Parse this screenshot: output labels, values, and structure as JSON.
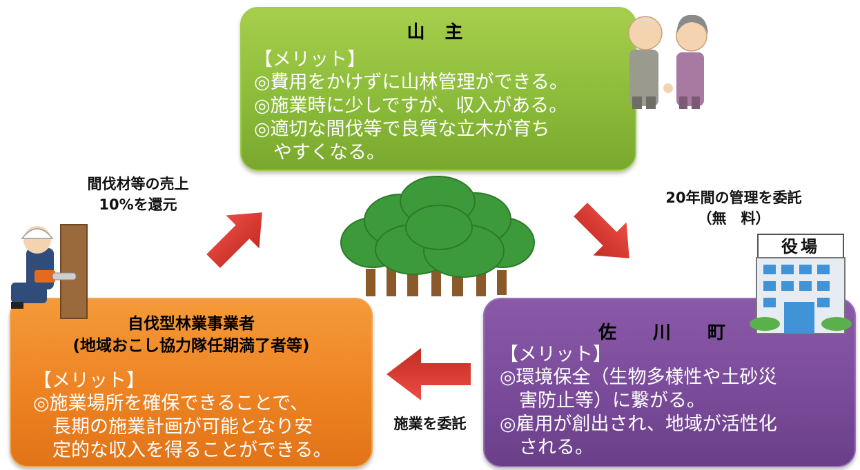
{
  "owner": {
    "title": "山 主",
    "merit_heading": "【メリット】",
    "items": [
      "◎費用をかけずに山林管理ができる。",
      "◎施業時に少しですが、収入がある。",
      "◎適切な間伐等で良質な立木が育ち",
      "やすくなる。"
    ]
  },
  "town": {
    "title": "佐 川 町",
    "merit_heading": "【メリット】",
    "items": [
      "◎環境保全（生物多様性や土砂災",
      "害防止等）に繋がる。",
      "◎雇用が創出され、地域が活性化",
      "される。"
    ]
  },
  "worker": {
    "title_line1": "自伐型林業事業者",
    "title_line2": "(地域おこし協力隊任期満了者等)",
    "merit_heading": "【メリット】",
    "items": [
      "◎施業場所を確保できることで、",
      "長期の施業計画が可能となり安",
      "定的な収入を得ることができる。"
    ]
  },
  "flows": {
    "return_line1": "間伐材等の売上",
    "return_line2": "10%を還元",
    "entrust_line1": "20年間の管理を委託",
    "entrust_line2": "（無　料）",
    "construct": "施業を委託"
  },
  "town_hall_sign": "役場",
  "colors": {
    "owner_box": "#8cbc3a",
    "town_box": "#7a4b9a",
    "worker_box": "#ee8323",
    "arrow": "#d93b33"
  },
  "icons": [
    "elderly-couple-icon",
    "forest-icon",
    "town-hall-icon",
    "forestry-worker-icon"
  ]
}
